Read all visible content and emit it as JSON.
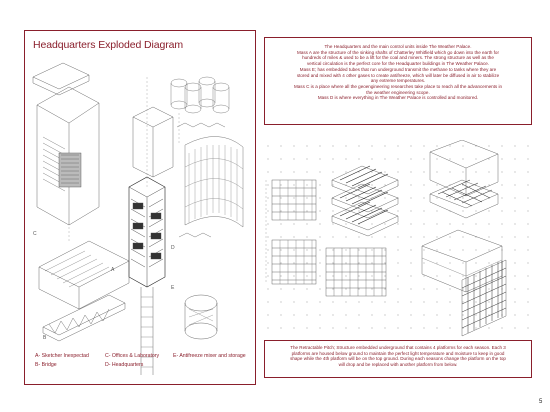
{
  "page": {
    "title": "Headquarters Exploded Diagram",
    "page_number": "5",
    "accent_color": "#8a1f2c"
  },
  "legend": {
    "a": "A- Sketcher Inexpectad",
    "b": "B- Bridge",
    "c": "C- Offices & Laboratory",
    "d": "D- Headquarters",
    "e": "E- Antifreeze mixer and storage"
  },
  "drawing_labels": {
    "a": "A",
    "b": "B",
    "c": "C",
    "d": "D",
    "e": "E"
  },
  "description": {
    "lines": [
      "The Headquarters and the main control units inside The Weather Palace.",
      "Mass A are the structure of the sinking shafts of Chatterley Whitfield which go down into the earth for",
      "hundreds of miles & used to be a lift for the coal and miners. The strong structure as well as the",
      "vertical circulation is the perfect core for the Headquarter buildings in The Weather Palace.",
      "Mass E; has embedded tubes that run underground transmit the methane to tanks where they are",
      "stored and mixed with 4 other gases to create antifreeze, which will later be diffused in air to stabilize",
      "any extreme temperatures.",
      "Mass C is a place where all the geoengineering researches take place to reach all the advancements in",
      "the weather engineering scope.",
      "Mass D is where everything in The Weather Palace is controlled and monitored."
    ]
  },
  "pitch": {
    "lines": [
      "The Retractable Pitch; Structure embedded underground that contains 4 platforms for each season. Each 3",
      "platforms are housed below ground to maintain the perfect light temperature and moisture to keep in good",
      "shape while the 4th platform will be on the top ground. During each seasons change the platform on the top",
      "will drop and be replaced with another platform from below."
    ]
  }
}
